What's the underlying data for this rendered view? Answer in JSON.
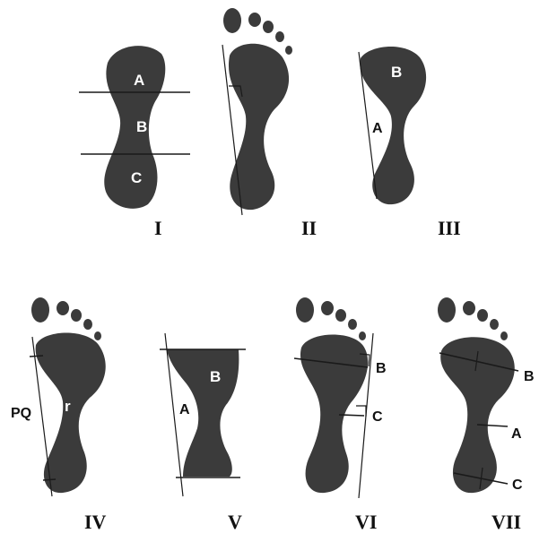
{
  "colors": {
    "foot": "#3b3b3b",
    "line": "#1a1a1a",
    "background": "#ffffff"
  },
  "panels": [
    {
      "numeral": "I",
      "labels": [
        "A",
        "B",
        "C"
      ]
    },
    {
      "numeral": "II",
      "labels": []
    },
    {
      "numeral": "III",
      "labels": [
        "B",
        "A"
      ]
    },
    {
      "numeral": "IV",
      "labels": [
        "PQ",
        "r"
      ]
    },
    {
      "numeral": "V",
      "labels": [
        "B",
        "A"
      ]
    },
    {
      "numeral": "VI",
      "labels": [
        "B",
        "C"
      ]
    },
    {
      "numeral": "VII",
      "labels": [
        "B",
        "A",
        "C"
      ]
    }
  ]
}
